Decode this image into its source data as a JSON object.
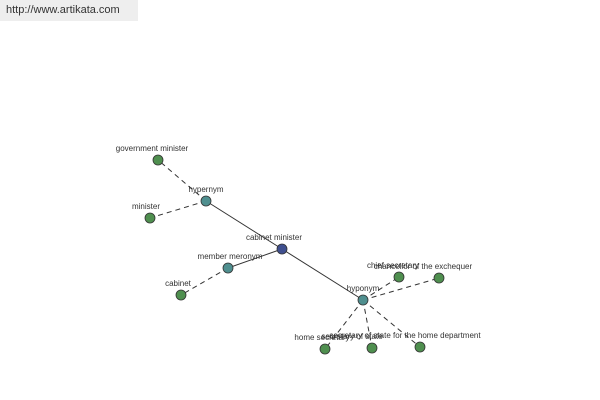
{
  "header": {
    "url": "http://www.artikata.com"
  },
  "colors": {
    "root": "#3f4f8f",
    "relation": "#4f8f8f",
    "leaf": "#4f8f4f"
  },
  "nodes": [
    {
      "id": "cabinet-minister",
      "label": "cabinet minister",
      "kind": "root"
    },
    {
      "id": "hypernym",
      "label": "hypernym",
      "kind": "relation"
    },
    {
      "id": "member-meronym",
      "label": "member meronym",
      "kind": "relation"
    },
    {
      "id": "hyponym",
      "label": "hyponym",
      "kind": "relation"
    },
    {
      "id": "government-minister",
      "label": "government minister",
      "kind": "leaf"
    },
    {
      "id": "minister",
      "label": "minister",
      "kind": "leaf"
    },
    {
      "id": "cabinet",
      "label": "cabinet",
      "kind": "leaf"
    },
    {
      "id": "chief-secretary",
      "label": "chief secretary",
      "kind": "leaf"
    },
    {
      "id": "chancellor-of-the-exchequer",
      "label": "chancellor of the exchequer",
      "kind": "leaf"
    },
    {
      "id": "home-secretary",
      "label": "home secretary",
      "kind": "leaf"
    },
    {
      "id": "secretary-of-state",
      "label": "secretary of state",
      "kind": "leaf"
    },
    {
      "id": "secretary-of-state-for-the-home-department",
      "label": "secretary of state for the home department",
      "kind": "leaf"
    }
  ],
  "edges": [
    {
      "from": "cabinet-minister",
      "to": "hypernym",
      "style": "solid"
    },
    {
      "from": "cabinet-minister",
      "to": "member-meronym",
      "style": "solid"
    },
    {
      "from": "cabinet-minister",
      "to": "hyponym",
      "style": "solid"
    },
    {
      "from": "hypernym",
      "to": "government-minister",
      "style": "dashed"
    },
    {
      "from": "hypernym",
      "to": "minister",
      "style": "dashed"
    },
    {
      "from": "member-meronym",
      "to": "cabinet",
      "style": "dashed"
    },
    {
      "from": "hyponym",
      "to": "chief-secretary",
      "style": "dashed"
    },
    {
      "from": "hyponym",
      "to": "chancellor-of-the-exchequer",
      "style": "dashed"
    },
    {
      "from": "hyponym",
      "to": "home-secretary",
      "style": "dashed"
    },
    {
      "from": "hyponym",
      "to": "secretary-of-state",
      "style": "dashed"
    },
    {
      "from": "hyponym",
      "to": "secretary-of-state-for-the-home-department",
      "style": "dashed"
    }
  ]
}
